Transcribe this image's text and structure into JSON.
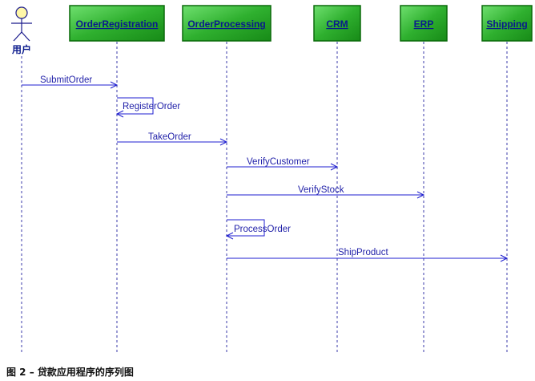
{
  "actor": {
    "label": "用户"
  },
  "participants": [
    {
      "id": "order-registration",
      "label": "OrderRegistration"
    },
    {
      "id": "order-processing",
      "label": "OrderProcessing"
    },
    {
      "id": "crm",
      "label": "CRM"
    },
    {
      "id": "erp",
      "label": "ERP"
    },
    {
      "id": "shipping",
      "label": "Shipping"
    }
  ],
  "messages": [
    {
      "label": "SubmitOrder",
      "from": "actor",
      "to": "order-registration"
    },
    {
      "label": "RegisterOrder",
      "from": "order-registration",
      "to": "order-registration"
    },
    {
      "label": "TakeOrder",
      "from": "order-registration",
      "to": "order-processing"
    },
    {
      "label": "VerifyCustomer",
      "from": "order-processing",
      "to": "crm"
    },
    {
      "label": "VerifyStock",
      "from": "order-processing",
      "to": "erp"
    },
    {
      "label": "ProcessOrder",
      "from": "order-processing",
      "to": "order-processing"
    },
    {
      "label": "ShipProduct",
      "from": "order-processing",
      "to": "shipping"
    }
  ],
  "caption": "图 2 – 贷款应用程序的序列图",
  "colors": {
    "header_fill": "#2fb02f",
    "header_border": "#0b6a0b",
    "lifeline": "#3a3aa8",
    "message": "#1f1fd0",
    "actor_head": "#fff7a8"
  }
}
